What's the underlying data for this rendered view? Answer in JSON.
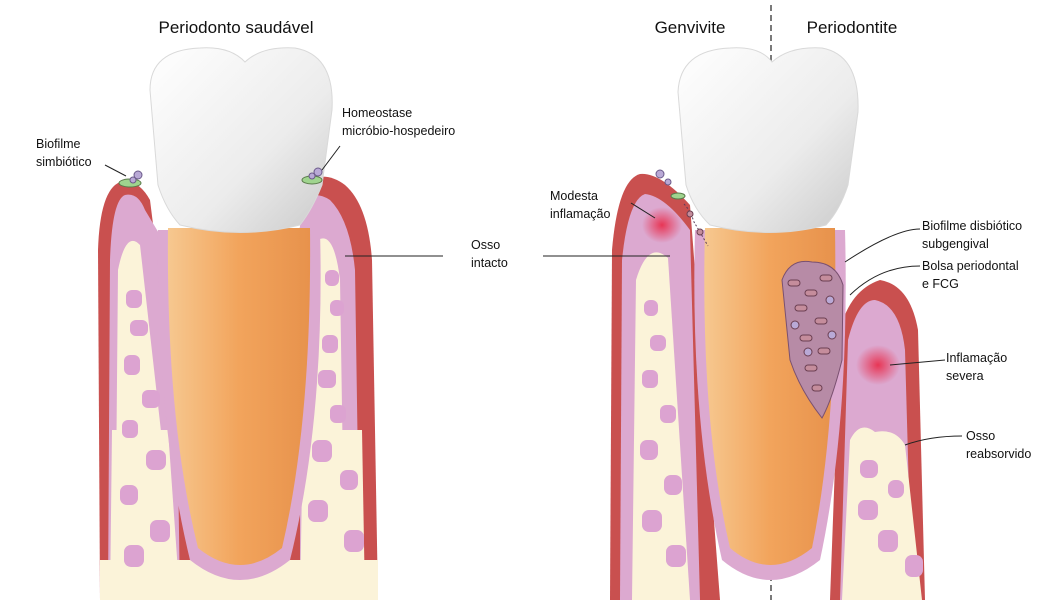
{
  "panels": {
    "healthy": {
      "title": "Periodonto saudável",
      "labels": {
        "biofilm_line1": "Biofilme",
        "biofilm_line2": "simbiótico",
        "homeostasis_line1": "Homeostase",
        "homeostasis_line2": "micróbio-hospedeiro",
        "bone_line1": "Osso",
        "bone_line2": "intacto"
      }
    },
    "gingivitis": {
      "title": "Genvivite",
      "labels": {
        "inflammation_line1": "Modesta",
        "inflammation_line2": "inflamação"
      }
    },
    "periodontitis": {
      "title": "Periodontite",
      "labels": {
        "dysbiotic_line1": "Biofilme disbiótico",
        "dysbiotic_line2": "subgengival",
        "pocket_line1": "Bolsa periodontal",
        "pocket_line2": "e FCG",
        "severe_line1": "Inflamação",
        "severe_line2": "severa",
        "resorbed_line1": "Osso",
        "resorbed_line2": "reabsorvido"
      }
    }
  },
  "colors": {
    "gingiva": "#c9504f",
    "gingiva_dark": "#a83c3d",
    "periodontal_ligament": "#dba9d0",
    "bone": "#fbf3d9",
    "marrow": "#dca3d1",
    "root": "#f2a45c",
    "enamel": "#f1f1f1",
    "inflammation": "#e8486e",
    "bacteria": "#b88aa8"
  }
}
